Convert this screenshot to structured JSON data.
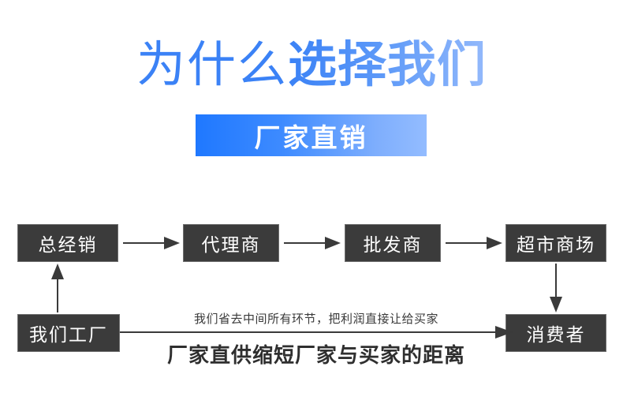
{
  "heading": {
    "thin_part": "为什么",
    "bold_part": "选择我们",
    "thin_color": "#3b82f6",
    "bold_color_start": "#3b82f6",
    "bold_color_end": "#93b9fb"
  },
  "banner": {
    "text": "厂家直销",
    "gradient_start": "#1f78ff",
    "gradient_end": "#93bcff",
    "text_color": "#ffffff"
  },
  "flow": {
    "box_fill": "#3b3b3b",
    "box_border": "#6f6f6f",
    "box_text_color": "#ffffff",
    "arrow_color": "#3a3a3a",
    "top_row": [
      {
        "id": "zongjingxiao",
        "label": "总经销"
      },
      {
        "id": "dailishang",
        "label": "代理商"
      },
      {
        "id": "pifashang",
        "label": "批发商"
      },
      {
        "id": "chaoshi",
        "label": "超市商场"
      }
    ],
    "bottom_row": [
      {
        "id": "gongchang",
        "label": "我们工厂"
      },
      {
        "id": "xiaofeizhe",
        "label": "消费者"
      }
    ]
  },
  "middle_note": "我们省去中间所有环节，把利润直接让给买家",
  "bottom_slogan": "厂家直供缩短厂家与买家的距离"
}
